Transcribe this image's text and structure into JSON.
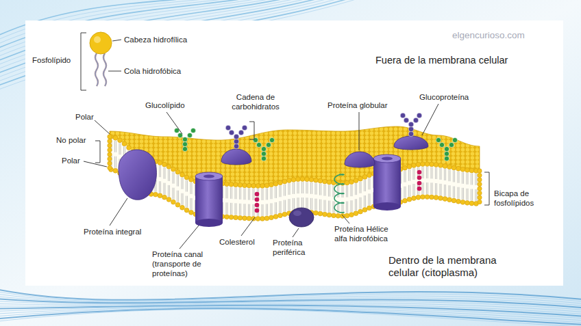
{
  "diagram": {
    "labels": [
      "Fosfolípido",
      "Cabeza hidrofílica",
      "Cola hidrofóbica",
      "elgencurioso.com",
      "Fuera de la membrana celular",
      "Cadena de carbohidratos",
      "Glucolípido",
      "Proteína globular",
      "Glucoproteína",
      "Polar",
      "No polar",
      "Polar",
      "Bicapa de fosfolípidos",
      "Proteína integral",
      "Proteína Hélice alfa hidrofóbica",
      "Proteína canal (transporte de proteínas)",
      "Colesterol",
      "Proteína periférica",
      "Dentro de la membrana celular (citoplasma)"
    ]
  }
}
